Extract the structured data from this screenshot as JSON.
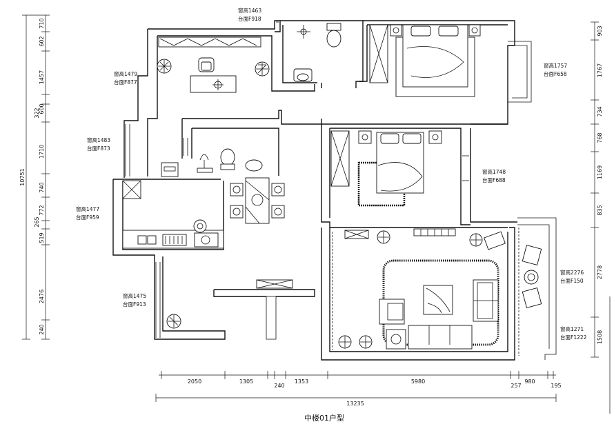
{
  "caption": "中楼01户型",
  "window_notes": [
    {
      "id": "n1",
      "height": "窗高1463",
      "sill": "台面F918"
    },
    {
      "id": "n2",
      "height": "窗高1479",
      "sill": "台面F877"
    },
    {
      "id": "n3",
      "height": "窗高1483",
      "sill": "台面F873"
    },
    {
      "id": "n4",
      "height": "窗高1477",
      "sill": "台面F959"
    },
    {
      "id": "n5",
      "height": "窗高1475",
      "sill": "台面F913"
    },
    {
      "id": "n6",
      "height": "窗高1757",
      "sill": "台面F658"
    },
    {
      "id": "n7",
      "height": "窗高1748",
      "sill": "台面F688"
    },
    {
      "id": "n8",
      "height": "窗高2276",
      "sill": "台面F150"
    },
    {
      "id": "n9",
      "height": "窗高1271",
      "sill": "台面F1222"
    }
  ],
  "dimensions": {
    "left_total": "10751",
    "left": [
      "710",
      "602",
      "1457",
      "322",
      "600",
      "1710",
      "740",
      "772",
      "265",
      "519",
      "2476",
      "240"
    ],
    "right": [
      "903",
      "1767",
      "734",
      "768",
      "1169",
      "835",
      "2778",
      "1508"
    ],
    "bottom": [
      "2050",
      "1305",
      "240",
      "1353",
      "5980",
      "257",
      "980",
      "195"
    ],
    "bottom_total": "13235"
  }
}
